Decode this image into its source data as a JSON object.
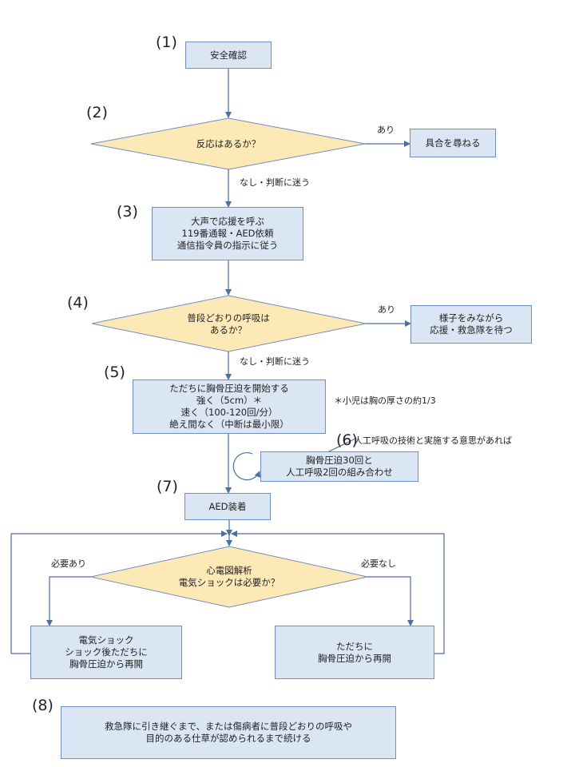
{
  "steps": {
    "s1": "(1)",
    "s2": "(2)",
    "s3": "(3)",
    "s4": "(4)",
    "s5": "(5)",
    "s6": "(6)",
    "s7": "(7)",
    "s8": "(8)"
  },
  "boxes": {
    "safety": "安全確認",
    "condition": "具合を尋ねる",
    "call_help": [
      "大声で応援を呼ぶ",
      "119番通報・AED依頼",
      "通信指令員の指示に従う"
    ],
    "wait": [
      "様子をみながら",
      "応援・救急隊を待つ"
    ],
    "compression": [
      "ただちに胸骨圧迫を開始する",
      "強く（5cm）＊",
      "速く（100-120回/分）",
      "絶え間なく（中断は最小限）"
    ],
    "combo": [
      "胸骨圧迫30回と",
      "人工呼吸2回の組み合わせ"
    ],
    "aed": "AED装着",
    "shock": [
      "電気ショック",
      "ショック後ただちに",
      "胸骨圧迫から再開"
    ],
    "resume": [
      "ただちに",
      "胸骨圧迫から再開"
    ],
    "final": [
      "救急隊に引き継ぐまで、または傷病者に普段どおりの呼吸や",
      "目的のある仕草が認められるまで続ける"
    ]
  },
  "decisions": {
    "response": "反応はあるか？",
    "breathing": [
      "普段どおりの呼吸は",
      "あるか？"
    ],
    "ecg": [
      "心電図解析",
      "電気ショックは必要か？"
    ]
  },
  "labels": {
    "yes1": "あり",
    "no1": "なし・判断に迷う",
    "yes2": "あり",
    "no2": "なし・判断に迷う",
    "shock_needed": "必要あり",
    "no_shock": "必要なし",
    "child_note": "＊小児は胸の厚さの約1/3",
    "breathing_note": "人工呼吸の技術と実施する意思があれば"
  },
  "colors": {
    "box_fill": "#dae6f4",
    "box_border": "#6f8fbf",
    "diamond_fill": "#fde9b6",
    "diamond_border": "#6f8fbf",
    "arrow": "#4a6fa5"
  }
}
